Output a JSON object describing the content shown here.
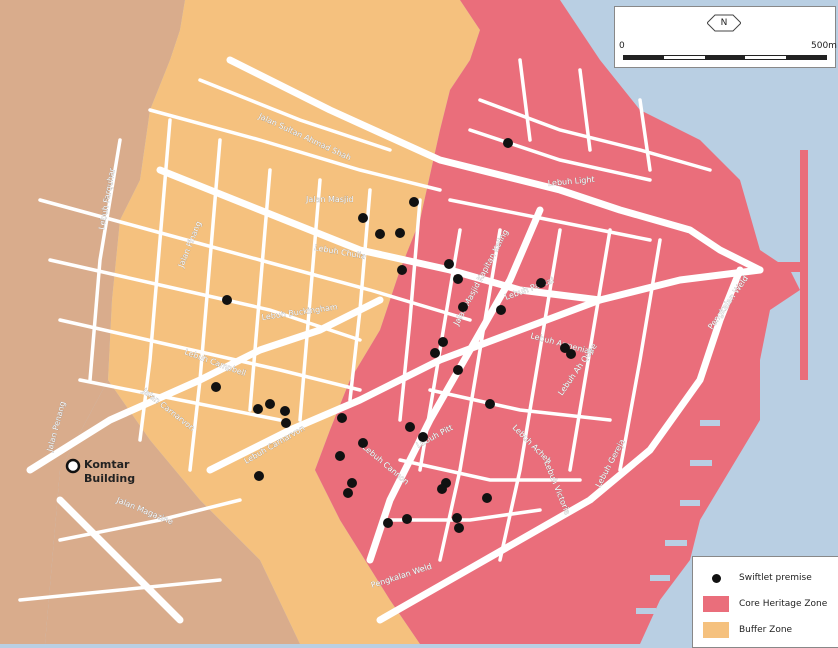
{
  "map": {
    "colors": {
      "water": "#b9cfe3",
      "outer_land": "#d9ac8c",
      "buffer_zone": "#f5c17e",
      "core_zone": "#ea6e7b",
      "road": "#ffffff",
      "premise": "#111111"
    },
    "scale": {
      "north_label": "N",
      "min_label": "0",
      "max_label": "500m"
    },
    "legend": {
      "items": [
        {
          "label": "Swiftlet premise",
          "symbol": "dot",
          "color": "#111111"
        },
        {
          "label": "Core Heritage Zone",
          "symbol": "box",
          "color": "#ea6e7b"
        },
        {
          "label": "Buffer Zone",
          "symbol": "box",
          "color": "#f5c17e"
        }
      ]
    },
    "landmark": {
      "line1": "Komtar",
      "line2": "Building"
    },
    "streets": [
      {
        "label": "Lebuh Farquhar"
      },
      {
        "label": "Jalan Sultan Ahmad Shah"
      },
      {
        "label": "Lebuh Light"
      },
      {
        "label": "Jalan Masjid"
      },
      {
        "label": "Lebuh Chulia"
      },
      {
        "label": "Jalan Pinang"
      },
      {
        "label": "Lebuh Buckingham"
      },
      {
        "label": "Jalan Masjid Kapitan Keling"
      },
      {
        "label": "Lebuh Pantai"
      },
      {
        "label": "Lebuh Armenian"
      },
      {
        "label": "Lebuh Ah Quee"
      },
      {
        "label": "Lebuh Campbell"
      },
      {
        "label": "Jalan Penang"
      },
      {
        "label": "Jalan Carnarvon"
      },
      {
        "label": "Lebuh Carnarvon"
      },
      {
        "label": "Lebuh Cannon"
      },
      {
        "label": "Lebuh Pitt"
      },
      {
        "label": "Lebuh Acheh"
      },
      {
        "label": "Lebuh Victoria"
      },
      {
        "label": "Lebuh Gereja"
      },
      {
        "label": "Pengkalan Weld"
      },
      {
        "label": "Pengkalan Weld"
      },
      {
        "label": "Jalan Magazine"
      }
    ]
  }
}
